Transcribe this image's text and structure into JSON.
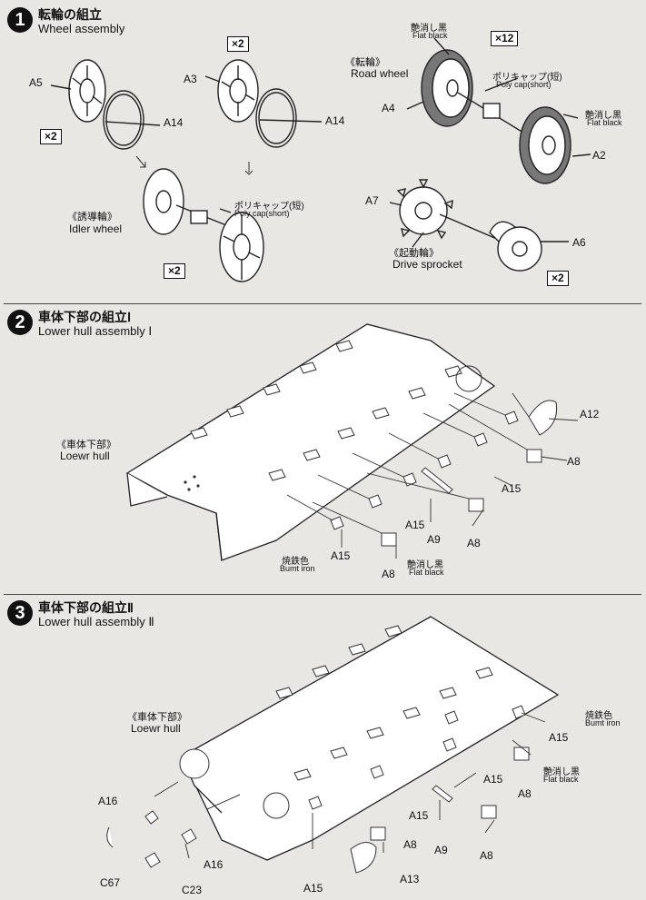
{
  "steps": [
    {
      "num": "1",
      "title_ja": "転輪の組立",
      "title_en": "Wheel assembly"
    },
    {
      "num": "2",
      "title_ja": "車体下部の組立Ⅰ",
      "title_en": "Lower hull assembly Ⅰ"
    },
    {
      "num": "3",
      "title_ja": "車体下部の組立Ⅱ",
      "title_en": "Lower hull assembly Ⅱ"
    }
  ],
  "multipliers": {
    "x2": "×2",
    "x12": "×12"
  },
  "parts": {
    "A2": "A2",
    "A3": "A3",
    "A4": "A4",
    "A5": "A5",
    "A6": "A6",
    "A7": "A7",
    "A8": "A8",
    "A9": "A9",
    "A12": "A12",
    "A13": "A13",
    "A14": "A14",
    "A15": "A15",
    "A16": "A16",
    "C23": "C23",
    "C67": "C67"
  },
  "labels": {
    "road_wheel_ja": "《転輪》",
    "road_wheel_en": "Road wheel",
    "idler_ja": "《誘導輪》",
    "idler_en": "Idler wheel",
    "sprocket_ja": "《起動輪》",
    "sprocket_en": "Drive sprocket",
    "polycap_ja": "ポリキャップ(短)",
    "polycap_en": "Poly cap(short)",
    "flat_black_ja": "艶消し黒",
    "flat_black_en": "Flat black",
    "lower_hull_ja": "《車体下部》",
    "lower_hull_en": "Loewr hull",
    "burnt_iron_ja": "焼鉄色",
    "burnt_iron_en": "Bumt iron"
  }
}
